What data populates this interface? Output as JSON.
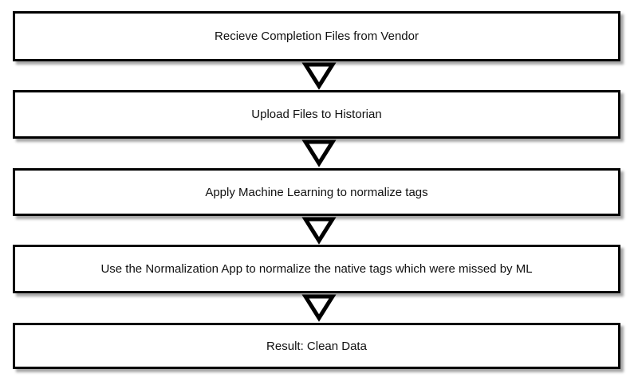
{
  "diagram": {
    "steps": [
      {
        "label": "Recieve Completion Files from Vendor"
      },
      {
        "label": "Upload Files to Historian"
      },
      {
        "label": "Apply Machine Learning to normalize tags"
      },
      {
        "label": "Use the Normalization App to normalize the native tags which were missed by ML"
      },
      {
        "label": "Result: Clean Data"
      }
    ],
    "colors": {
      "border": "#000000",
      "fill": "#ffffff",
      "text": "#111111"
    }
  }
}
